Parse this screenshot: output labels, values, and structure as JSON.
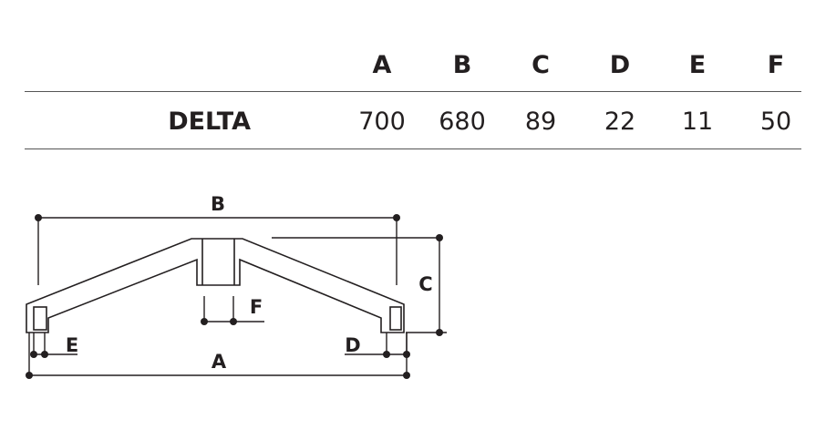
{
  "table": {
    "columns": [
      "A",
      "B",
      "C",
      "D",
      "E",
      "F"
    ],
    "rows": [
      {
        "model": "DELTA",
        "values": [
          "700",
          "680",
          "89",
          "22",
          "11",
          "50"
        ]
      }
    ]
  },
  "drawing": {
    "labels": {
      "A": "A",
      "B": "B",
      "C": "C",
      "D": "D",
      "E": "E",
      "F": "F"
    }
  },
  "colors": {
    "ink": "#231f20",
    "rule": "#555555"
  }
}
